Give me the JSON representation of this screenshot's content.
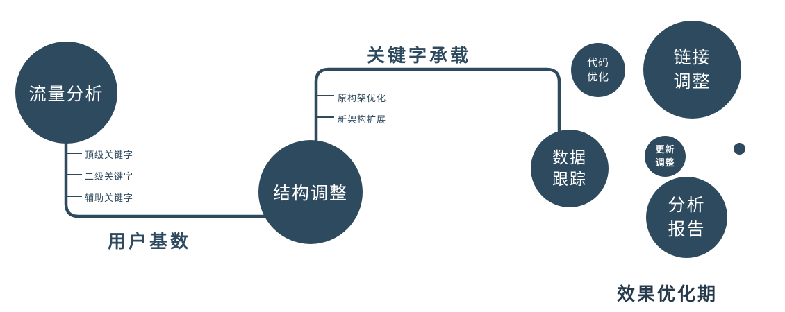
{
  "colors": {
    "primary": "#2e4a5f",
    "node_text": "#ffffff",
    "background": "#ffffff"
  },
  "nodes": {
    "traffic": {
      "lines": [
        "流量分析"
      ]
    },
    "structure": {
      "lines": [
        "结构调整"
      ]
    },
    "tracking": {
      "lines": [
        "数据",
        "跟踪"
      ]
    },
    "code": {
      "lines": [
        "代码",
        "优化"
      ]
    },
    "link": {
      "lines": [
        "链接",
        "调整"
      ]
    },
    "update": {
      "lines": [
        "更新",
        "调整"
      ]
    },
    "report": {
      "lines": [
        "分析",
        "报告"
      ]
    }
  },
  "edge_labels": {
    "user_base": "用户基数",
    "keyword_carrying": "关键字承载",
    "effect_phase": "效果优化期"
  },
  "branch_labels": {
    "traffic": [
      "顶级关键字",
      "二级关键字",
      "辅助关键字"
    ],
    "structure": [
      "原构架优化",
      "新架构扩展"
    ]
  }
}
